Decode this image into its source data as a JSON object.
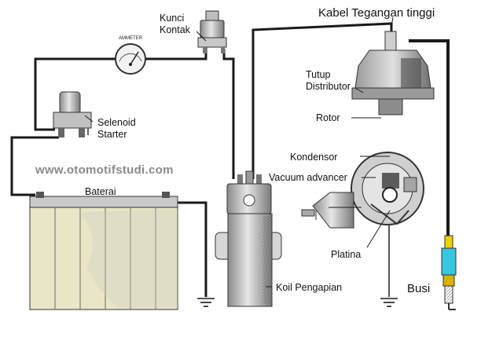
{
  "diagram": {
    "labels": {
      "kunci_kontak_line1": "Kunci",
      "kunci_kontak_line2": "Kontak",
      "ammeter": "AMMETER",
      "kabel_tegangan_tinggi": "Kabel Tegangan tinggi",
      "tutup_distributor_line1": "Tutup",
      "tutup_distributor_line2": "Distributor",
      "rotor": "Rotor",
      "selenoid_line1": "Selenoid",
      "selenoid_line2": "Starter",
      "watermark": "www.otomotifstudi.com",
      "kondensor": "Kondensor",
      "vacuum_advancer": "Vacuum advancer",
      "baterai": "Baterai",
      "platina": "Platina",
      "busi": "Busi",
      "koil_pengapian": "Koil Pengapian"
    },
    "colors": {
      "wire": "#1a1a1a",
      "component_grey": "#b9b9b9",
      "battery_fill": "#e9e6c8",
      "watermark": "#8a8a8a",
      "spark_plug_cyan": "#35c6e0",
      "spark_plug_yellow": "#e6c200"
    }
  }
}
